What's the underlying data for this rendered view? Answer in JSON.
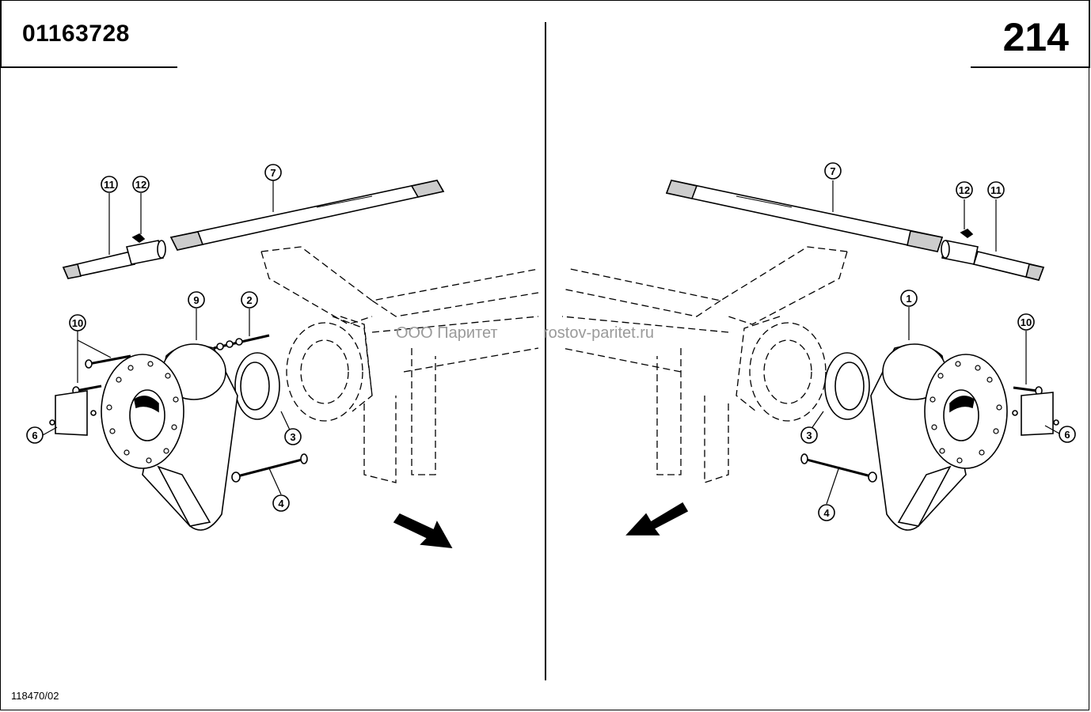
{
  "header": {
    "doc_number": "01163728",
    "page_number": "214"
  },
  "footer": {
    "ref_code": "118470/02"
  },
  "watermark": {
    "company": "ООО Паритет",
    "site": "rostov-paritet.ru"
  },
  "left_view": {
    "callouts": [
      "11",
      "12",
      "7",
      "10",
      "9",
      "2",
      "6",
      "3",
      "4"
    ]
  },
  "right_view": {
    "callouts": [
      "7",
      "12",
      "11",
      "1",
      "10",
      "3",
      "6",
      "4"
    ]
  }
}
